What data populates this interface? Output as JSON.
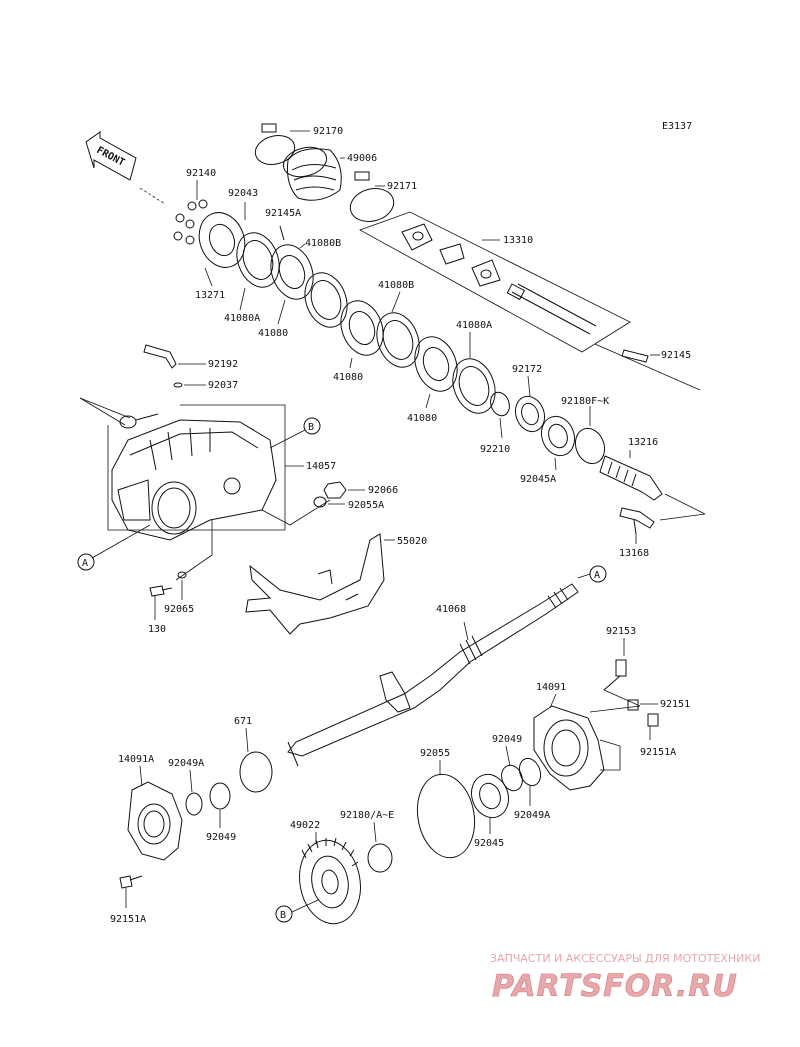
{
  "diagram_code": "E3137",
  "front_label": "FRONT",
  "part_labels": {
    "p92170": "92170",
    "p49006": "49006",
    "p92171": "92171",
    "p92140": "92140",
    "p92043": "92043",
    "p92145A": "92145A",
    "p41080B_1": "41080B",
    "p41080B_2": "41080B",
    "p13310": "13310",
    "p13271": "13271",
    "p41080A_1": "41080A",
    "p41080_1": "41080",
    "p41080_2": "41080",
    "p41080A_2": "41080A",
    "p41080_3": "41080",
    "p92145": "92145",
    "p92172": "92172",
    "p92180FK": "92180F~K",
    "p92192": "92192",
    "p92037": "92037",
    "p92210": "92210",
    "p13216": "13216",
    "p92045A": "92045A",
    "p14057": "14057",
    "p92066": "92066",
    "p92055A": "92055A",
    "p55020": "55020",
    "p13168": "13168",
    "p92065": "92065",
    "p130": "130",
    "p41068": "41068",
    "p92153": "92153",
    "p14091": "14091",
    "p92151": "92151",
    "p92151A_1": "92151A",
    "p671": "671",
    "p92049_1": "92049",
    "p92055": "92055",
    "p14091A": "14091A",
    "p92049A_1": "92049A",
    "p92049_2": "92049",
    "p92049A_2": "92049A",
    "p92045": "92045",
    "p49022": "49022",
    "p92180AE": "92180/A~E",
    "p92151A_2": "92151A"
  },
  "callouts": {
    "a1": "A",
    "a2": "A",
    "b1": "B",
    "b2": "B"
  },
  "watermark": {
    "line1": "ЗАПЧАСТИ И АКСЕССУАРЫ ДЛЯ МОТОТЕХНИКИ",
    "line2": "PARTSFOR.RU",
    "color": "#e8a8aa"
  }
}
